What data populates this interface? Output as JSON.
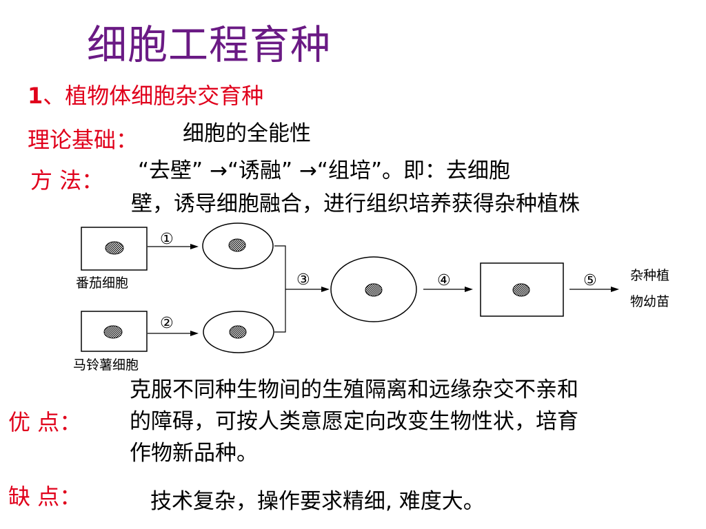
{
  "slide": {
    "title": "细胞工程育种",
    "subtitle_num": "1",
    "subtitle_text": "、植物体细胞杂交育种",
    "theory_label": "理论基础：",
    "theory_text": "细胞的全能性",
    "method_label": "方 法：",
    "method_line1": "“去壁” →“诱融” →“组培”。即：去细胞",
    "method_line2": "壁，诱导细胞融合，进行组织培养获得杂种植株",
    "advantage_label": "优 点：",
    "advantage_line1": "克服不同种生物间的生殖隔离和远缘杂交不亲和",
    "advantage_line2": "的障碍，可按人类意愿定向改变生物性状，培育",
    "advantage_line3": "作物新品种。",
    "disadvantage_label": "缺  点：",
    "disadvantage_text": "技术复杂，操作要求精细, 难度大。"
  },
  "diagram": {
    "cell_a_label": "番茄细胞",
    "cell_b_label": "马铃薯细胞",
    "step1": "①",
    "step2": "②",
    "step3": "③",
    "step4": "④",
    "step5": "⑤",
    "result_line1": "杂种植",
    "result_line2": "物幼苗"
  },
  "colors": {
    "title": "#6a1a84",
    "label_red": "#e0001b",
    "text": "#000000"
  }
}
